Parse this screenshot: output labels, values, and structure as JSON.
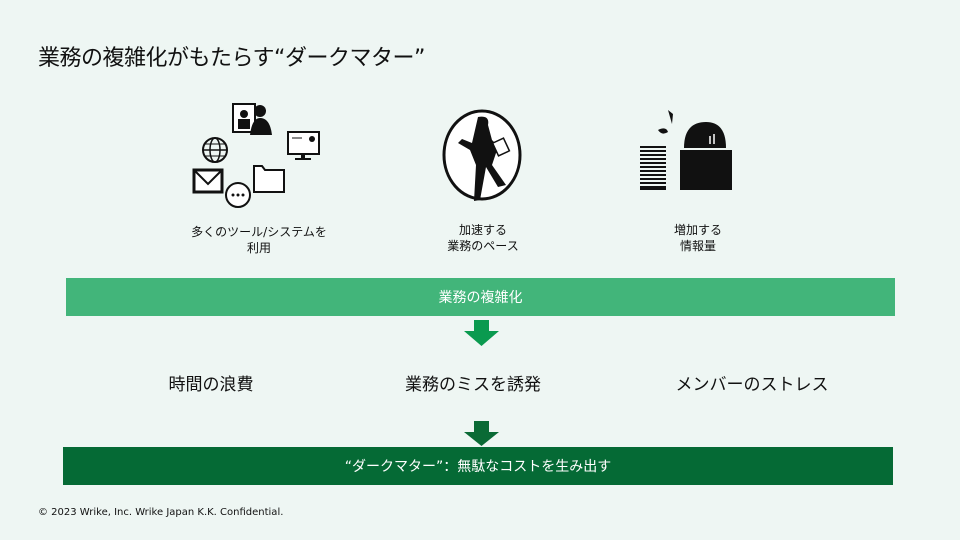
{
  "title": "業務の複雑化がもたらす“ダークマター”",
  "causes": [
    {
      "label_line1": "多くのツール/システムを",
      "label_line2": "利用"
    },
    {
      "label_line1": "加速する",
      "label_line2": "業務のペース"
    },
    {
      "label_line1": "増加する",
      "label_line2": "情報量"
    }
  ],
  "complexity_bar": "業務の複雑化",
  "effects": [
    "時間の浪費",
    "業務のミスを誘発",
    "メンバーのストレス"
  ],
  "result_bar": "“ダークマター”：無駄なコストを生み出す",
  "footer": "© 2023 Wrike, Inc. Wrike Japan K.K. Confidential.",
  "colors": {
    "background": "#EEF6F3",
    "light_green": "#42B57A",
    "dark_green": "#056A35",
    "arrow1": "#0A9A4F",
    "arrow2": "#0A6A35"
  }
}
